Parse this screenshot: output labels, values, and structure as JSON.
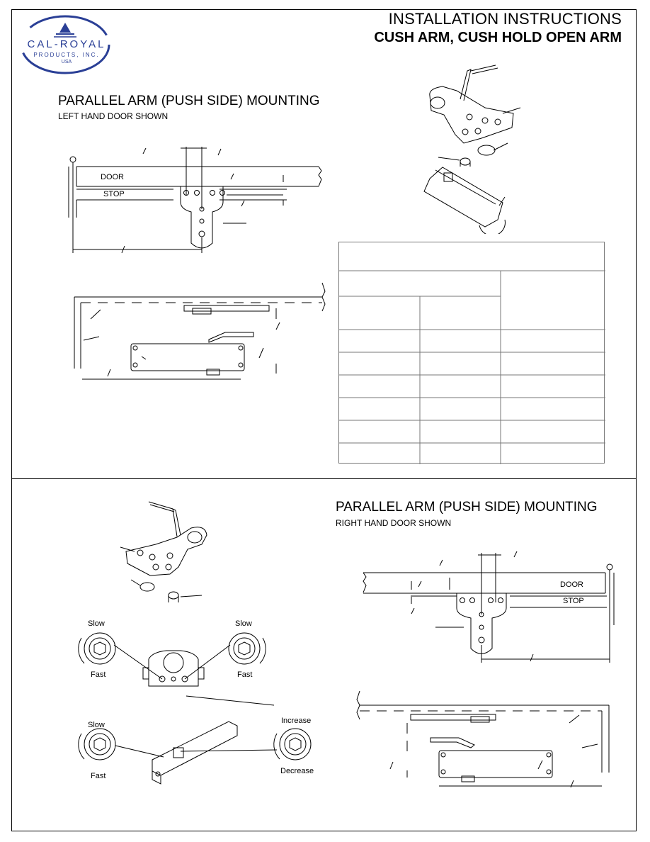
{
  "header": {
    "logo_text": "CAL-ROYAL",
    "logo_sub": "PRODUCTS, INC.",
    "logo_country": "USA",
    "title": "INSTALLATION INSTRUCTIONS",
    "subtitle": "CUSH ARM, CUSH HOLD OPEN ARM"
  },
  "left_section": {
    "title": "PARALLEL ARM (PUSH SIDE) MOUNTING",
    "subtitle": "LEFT HAND DOOR SHOWN",
    "door_label": "DOOR",
    "stop_label": "STOP"
  },
  "right_section": {
    "title": "PARALLEL ARM (PUSH SIDE) MOUNTING",
    "subtitle": "RIGHT HAND DOOR SHOWN",
    "door_label": "DOOR",
    "stop_label": "STOP"
  },
  "valves": {
    "slow": "Slow",
    "fast": "Fast",
    "increase": "Increase",
    "decrease": "Decrease"
  },
  "colors": {
    "line": "#000000",
    "table_border": "#777777"
  }
}
